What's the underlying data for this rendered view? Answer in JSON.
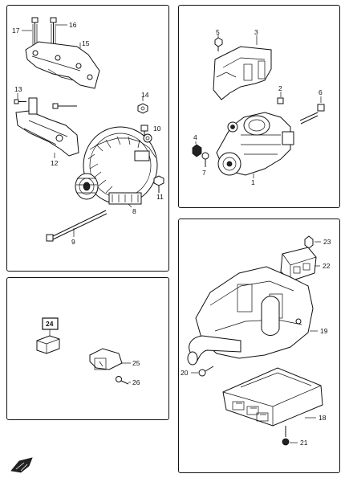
{
  "diagram": {
    "panels": [
      {
        "id": "alternator",
        "callouts": [
          "17",
          "16",
          "15",
          "13",
          "12",
          "14",
          "10",
          "11",
          "8",
          "9"
        ]
      },
      {
        "id": "starter",
        "callouts": [
          "5",
          "3",
          "2",
          "6",
          "4",
          "7",
          "1"
        ]
      },
      {
        "id": "relay",
        "callouts": [
          "24",
          "25",
          "26"
        ]
      },
      {
        "id": "ecm",
        "callouts": [
          "23",
          "22",
          "19",
          "20",
          "18",
          "21"
        ]
      }
    ],
    "labels": {
      "c1": "1",
      "c2": "2",
      "c3": "3",
      "c4": "4",
      "c5": "5",
      "c6": "6",
      "c7": "7",
      "c8": "8",
      "c9": "9",
      "c10": "10",
      "c11": "11",
      "c12": "12",
      "c13": "13",
      "c14": "14",
      "c15": "15",
      "c16": "16",
      "c17": "17",
      "c18": "18",
      "c19": "19",
      "c20": "20",
      "c21": "21",
      "c22": "22",
      "c23": "23",
      "c24": "24",
      "c25": "25",
      "c26": "26"
    }
  }
}
